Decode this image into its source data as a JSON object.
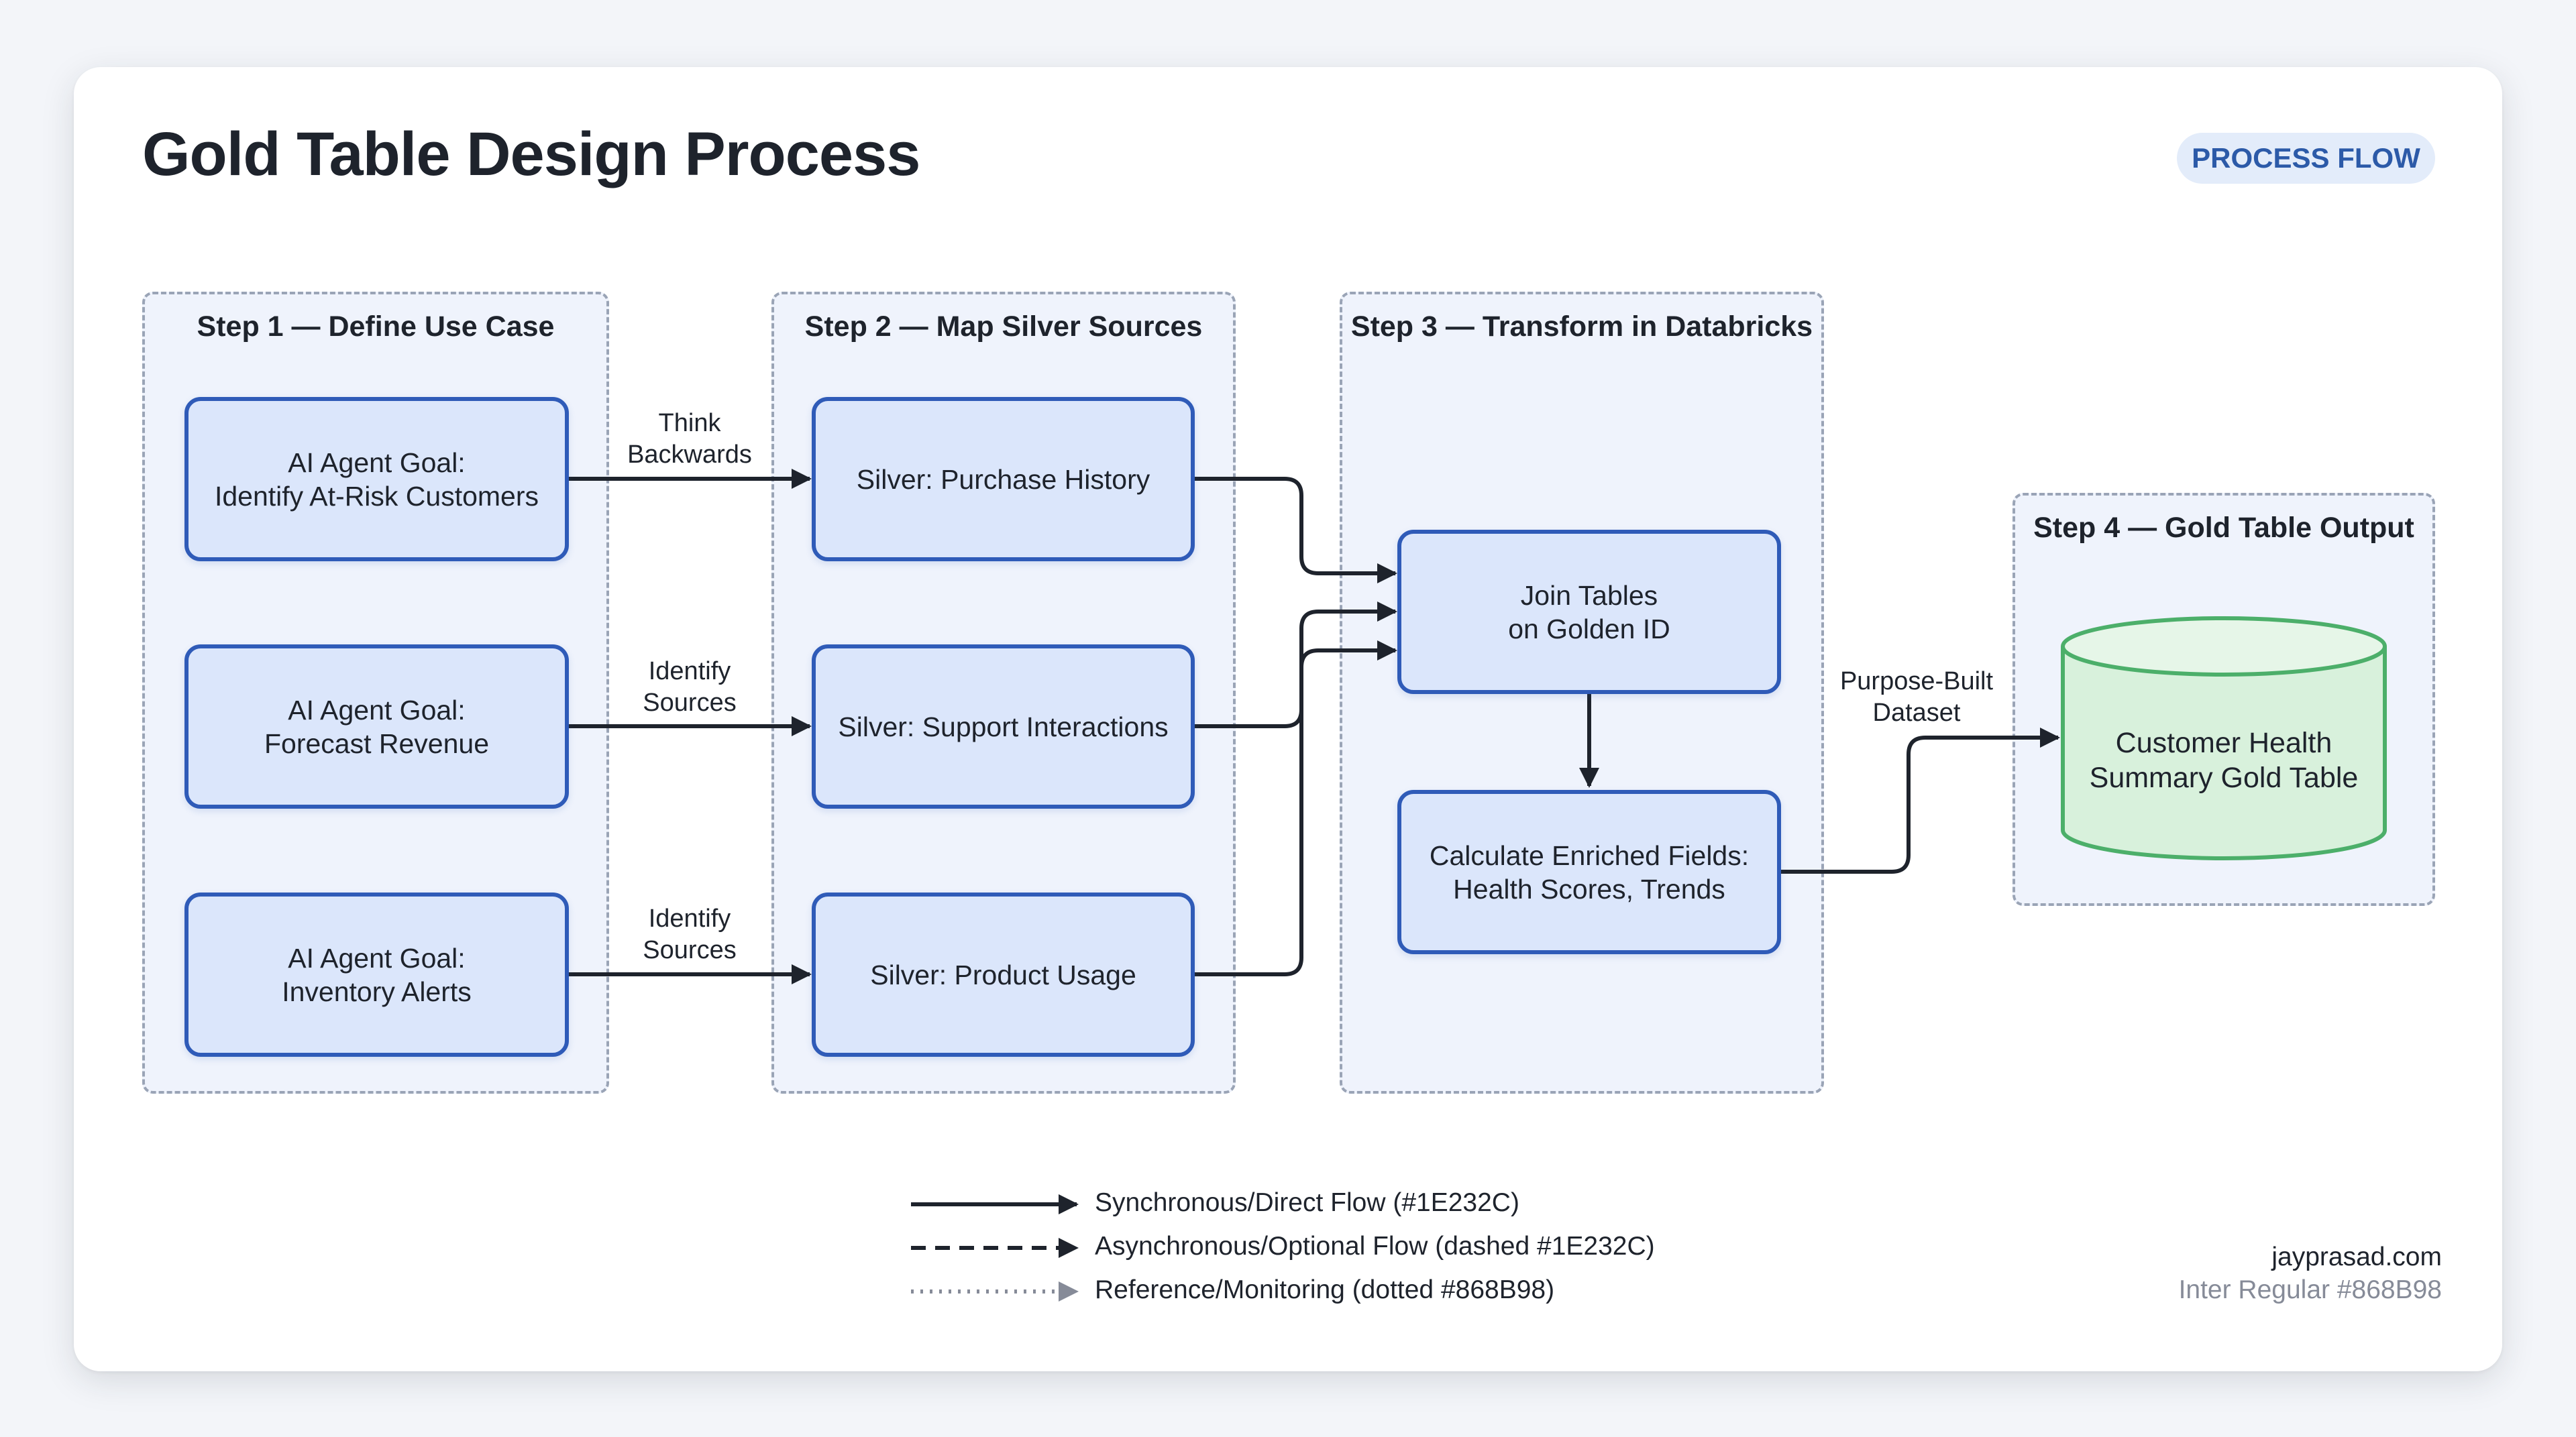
{
  "title": "Gold Table Design Process",
  "badge": "PROCESS FLOW",
  "groups": {
    "step1": "Step 1 — Define Use Case",
    "step2": "Step 2 — Map Silver Sources",
    "step3": "Step 3 — Transform in Databricks",
    "step4": "Step 4 — Gold Table Output"
  },
  "nodes": {
    "goal_at_risk": "AI Agent Goal:\nIdentify At-Risk Customers",
    "goal_forecast": "AI Agent Goal:\nForecast Revenue",
    "goal_inventory": "AI Agent Goal:\nInventory Alerts",
    "purchase_history": "Silver: Purchase History",
    "support_interactions": "Silver: Support Interactions",
    "product_usage": "Silver: Product Usage",
    "join_tables": "Join Tables\non Golden ID",
    "calculate_fields": "Calculate Enriched Fields:\nHealth Scores, Trends",
    "gold_table": "Customer Health\nSummary Gold Table"
  },
  "edge_labels": {
    "think_backwards": "Think\nBackwards",
    "identify_sources_1": "Identify\nSources",
    "identify_sources_2": "Identify\nSources",
    "purpose_built": "Purpose-Built\nDataset"
  },
  "legend": {
    "solid": "Synchronous/Direct Flow (#1E232C)",
    "dashed": "Asynchronous/Optional Flow (dashed #1E232C)",
    "dotted": "Reference/Monitoring (dotted #868B98)"
  },
  "footer": {
    "site": "jayprasad.com",
    "font_note": "Inter Regular #868B98"
  },
  "colors": {
    "line": "#1E232C",
    "reference": "#868B98",
    "node_border": "#2f5bb8",
    "node_fill": "#dbe6fb",
    "gold_border": "#4caf6a",
    "gold_fill": "#d8f1dc"
  }
}
